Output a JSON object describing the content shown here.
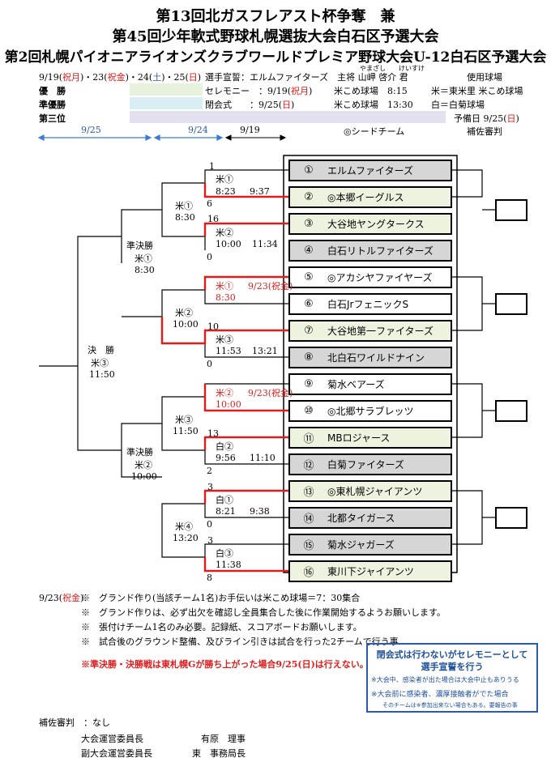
{
  "title": {
    "line1": "第13回北ガスフレアスト杯争奪　兼",
    "line2": "第45回少年軟式野球札幌選抜大会白石区予選大会",
    "line3": "第2回札幌パイオニアライオンズクラブワールドプレミア野球大会U-12白石区予選大会"
  },
  "dates": {
    "p1": "9/19(",
    "hol1": "祝月",
    "p2": ")・23(",
    "hol2": "祝金",
    "p3": ")・24(",
    "sat": "土",
    "p4": ")・25(",
    "sun": "日",
    "p5": ")"
  },
  "info": {
    "oath": "選手宣誓：エルムファイターズ　主将 山岬 啓介 君",
    "ruby": "やまざし　　けいすけ",
    "ceremony": "セレモニー　：9/19(",
    "ceremony_hol": "祝月",
    "ceremony_end": ")",
    "opening": "閉会式　　：9/25(",
    "opening_day": "日",
    "opening_end": ")",
    "venue_title": "使用球場",
    "venue1": "米こめ球場　8:15",
    "venue2": "米こめ球場　13:30",
    "venue_key1": "米＝東米里 米こめ球場",
    "venue_key2": "白＝白菊球場",
    "spare_prefix": "予備日 9/25(",
    "spare_day": "日",
    "spare_end": ")",
    "assist": "補佐審判",
    "seed_note": "◎シードチーム"
  },
  "places": [
    "優　勝",
    "準優勝",
    "第三位"
  ],
  "place_colors": [
    "#e8f1dc",
    "#d9edf4",
    "#e3e0ef"
  ],
  "date_arrows": [
    "9/25",
    "9/24",
    "9/19"
  ],
  "teams": [
    {
      "num": "①",
      "name": "エルムファイターズ",
      "bg": "gray"
    },
    {
      "num": "②",
      "name": "◎本郷イーグルス",
      "bg": "lgreen"
    },
    {
      "num": "③",
      "name": "大谷地ヤングタークス",
      "bg": "lgreen"
    },
    {
      "num": "④",
      "name": "白石リトルファイターズ",
      "bg": "gray"
    },
    {
      "num": "⑤",
      "name": "◎アカシヤファイヤーズ",
      "bg": "white"
    },
    {
      "num": "⑥",
      "name": "白石JrフェニックS",
      "bg": "white"
    },
    {
      "num": "⑦",
      "name": "大谷地第一ファイターズ",
      "bg": "lgreen"
    },
    {
      "num": "⑧",
      "name": "北白石ワイルドナイン",
      "bg": "gray"
    },
    {
      "num": "⑨",
      "name": "菊水ベアーズ",
      "bg": "white"
    },
    {
      "num": "⑩",
      "name": "◎北郷サラブレッツ",
      "bg": "white"
    },
    {
      "num": "⑪",
      "name": "MBロジャース",
      "bg": "lgreen"
    },
    {
      "num": "⑫",
      "name": "白菊ファイターズ",
      "bg": "gray"
    },
    {
      "num": "⑬",
      "name": "◎東札幌ジャイアンツ",
      "bg": "lgreen"
    },
    {
      "num": "⑭",
      "name": "北都タイガース",
      "bg": "gray"
    },
    {
      "num": "⑮",
      "name": "菊水ジャガーズ",
      "bg": "gray"
    },
    {
      "num": "⑯",
      "name": "東川下ジャイアンツ",
      "bg": "lgreen"
    }
  ],
  "games": {
    "g1": {
      "venue": "米①",
      "time": "8:23",
      "end": "9:37",
      "s1": "1",
      "s2": "6"
    },
    "g2": {
      "venue": "米②",
      "time": "10:00",
      "end": "11:34",
      "s1": "16",
      "s2": "0"
    },
    "g3": {
      "venue": "米①",
      "date": "9/23(祝金)",
      "time": "8:30"
    },
    "g4": {
      "venue": "米③",
      "time": "11:53",
      "end": "13:21",
      "s1": "10",
      "s2": "0"
    },
    "g5": {
      "venue": "米②",
      "date": "9/23(祝金)",
      "time": "10:00"
    },
    "g6": {
      "venue": "白②",
      "time": "9:56",
      "end": "11:10",
      "s1": "13",
      "s2": "2"
    },
    "g7": {
      "venue": "白①",
      "time": "8:21",
      "end": "9:38",
      "s1": "3",
      "s2": "0"
    },
    "g8": {
      "venue": "白③",
      "time": "11:38",
      "s1": "3",
      "s2": "8"
    },
    "q1": {
      "venue": "米①",
      "time": "8:30"
    },
    "q2": {
      "venue": "米②",
      "time": "10:00"
    },
    "q3": {
      "venue": "米③",
      "time": "11:50"
    },
    "q4": {
      "venue": "米④",
      "time": "13:20"
    },
    "s1": {
      "label": "準決勝",
      "venue": "米①",
      "time": "8:30"
    },
    "s2": {
      "label": "準決勝",
      "venue": "米②",
      "time": "10:00"
    },
    "f": {
      "label": "決　勝",
      "venue": "米③",
      "time": "11:50"
    }
  },
  "notes": {
    "date_prefix": "9/23(",
    "date_hol": "祝金",
    "date_suffix": ")",
    "n1": "※　グランド作り(当該チーム1名)お手伝いは米こめ球場＝7：30集合",
    "n2": "※　グランド作りは、必ず出欠を確認し全員集合した後に作業開始するようお願いします。",
    "n3": "※　張付けチーム1名のみ必要。記録紙、スコアボードお願いします。",
    "n4": "※　試合後のグラウンド整備、及びライン引きは試合を行った2チームで行う事",
    "red": "※準決勝・決勝戦は東札幌Gが勝ち上がった場合9/25(日)は行えない。"
  },
  "notice": {
    "l1": "閉会式は行わないがセレモニーとして",
    "l2": "選手宣誓を行う",
    "l3": "※大会中、感染者が出た場合は大会中止もありうる",
    "l4": "※大会前に感染者、濃厚接触者がでた場合",
    "l5": "そのチームは※参加出来ない場合もある。要報告の事"
  },
  "footer": {
    "assist": "補佐審判　：なし",
    "r1_title": "大会運営委員長",
    "r1_name": "有原　理事",
    "r2_title": "副大会運営委員長",
    "r2_name": "東　事務局長"
  },
  "colors": {
    "red": "#e21b1b",
    "blue": "#3a7bd5",
    "notice": "#1d4f9a"
  }
}
